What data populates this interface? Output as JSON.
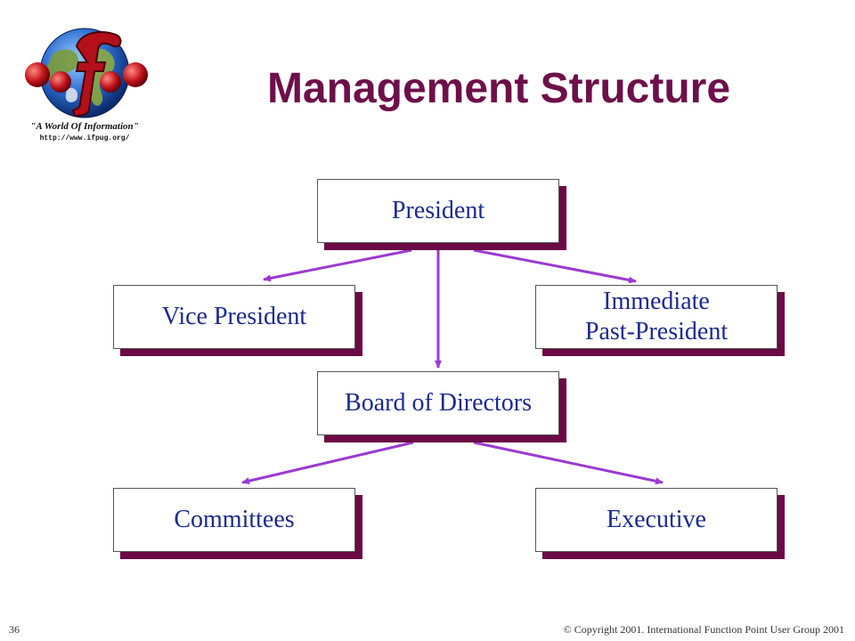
{
  "logo": {
    "tagline": "\"A World Of Information\"",
    "url": "http://www.ifpug.org/"
  },
  "title": "Management Structure",
  "org_chart": {
    "president": "President",
    "vice_president": "Vice President",
    "immediate_past_president_line1": "Immediate",
    "immediate_past_president_line2": "Past-President",
    "board_of_directors": "Board of Directors",
    "committees": "Committees",
    "executive": "Executive"
  },
  "footer": {
    "page_number": "36",
    "copyright": "© Copyright 2001. International Function Point User Group 2001"
  },
  "colors": {
    "title": "#6e0f4a",
    "box_text": "#1b2a8f",
    "box_shadow": "#6b0a45",
    "arrow": "#9b3ad1"
  },
  "icons": [
    "globe-logo-icon"
  ]
}
